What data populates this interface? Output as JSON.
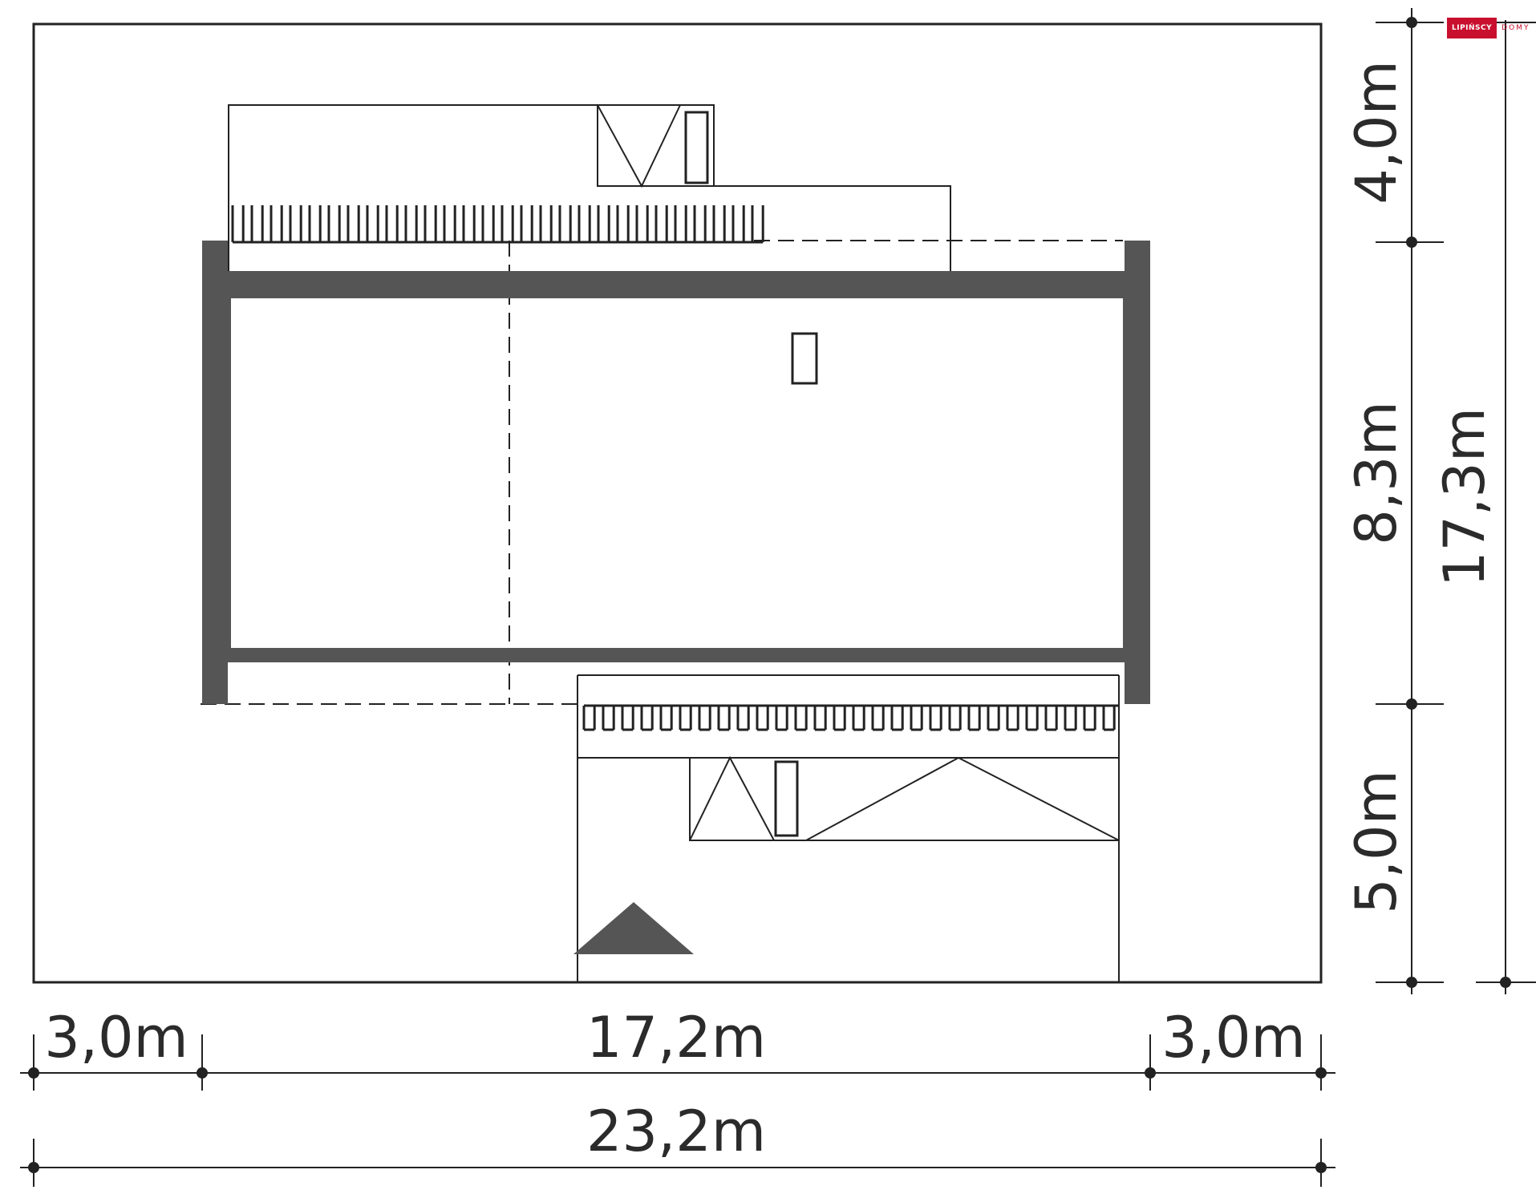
{
  "brand": {
    "name": "LIPIŃSCY",
    "suffix": "DOMY",
    "color": "#c8102e"
  },
  "colors": {
    "line": "#222222",
    "wall": "#555555"
  },
  "dimensions": {
    "left_setback": "3,0m",
    "building_width": "17,2m",
    "right_setback": "3,0m",
    "total_width": "23,2m",
    "top_setback": "4,0m",
    "building_depth": "8,3m",
    "bottom_setback": "5,0m",
    "total_depth": "17,3m"
  }
}
